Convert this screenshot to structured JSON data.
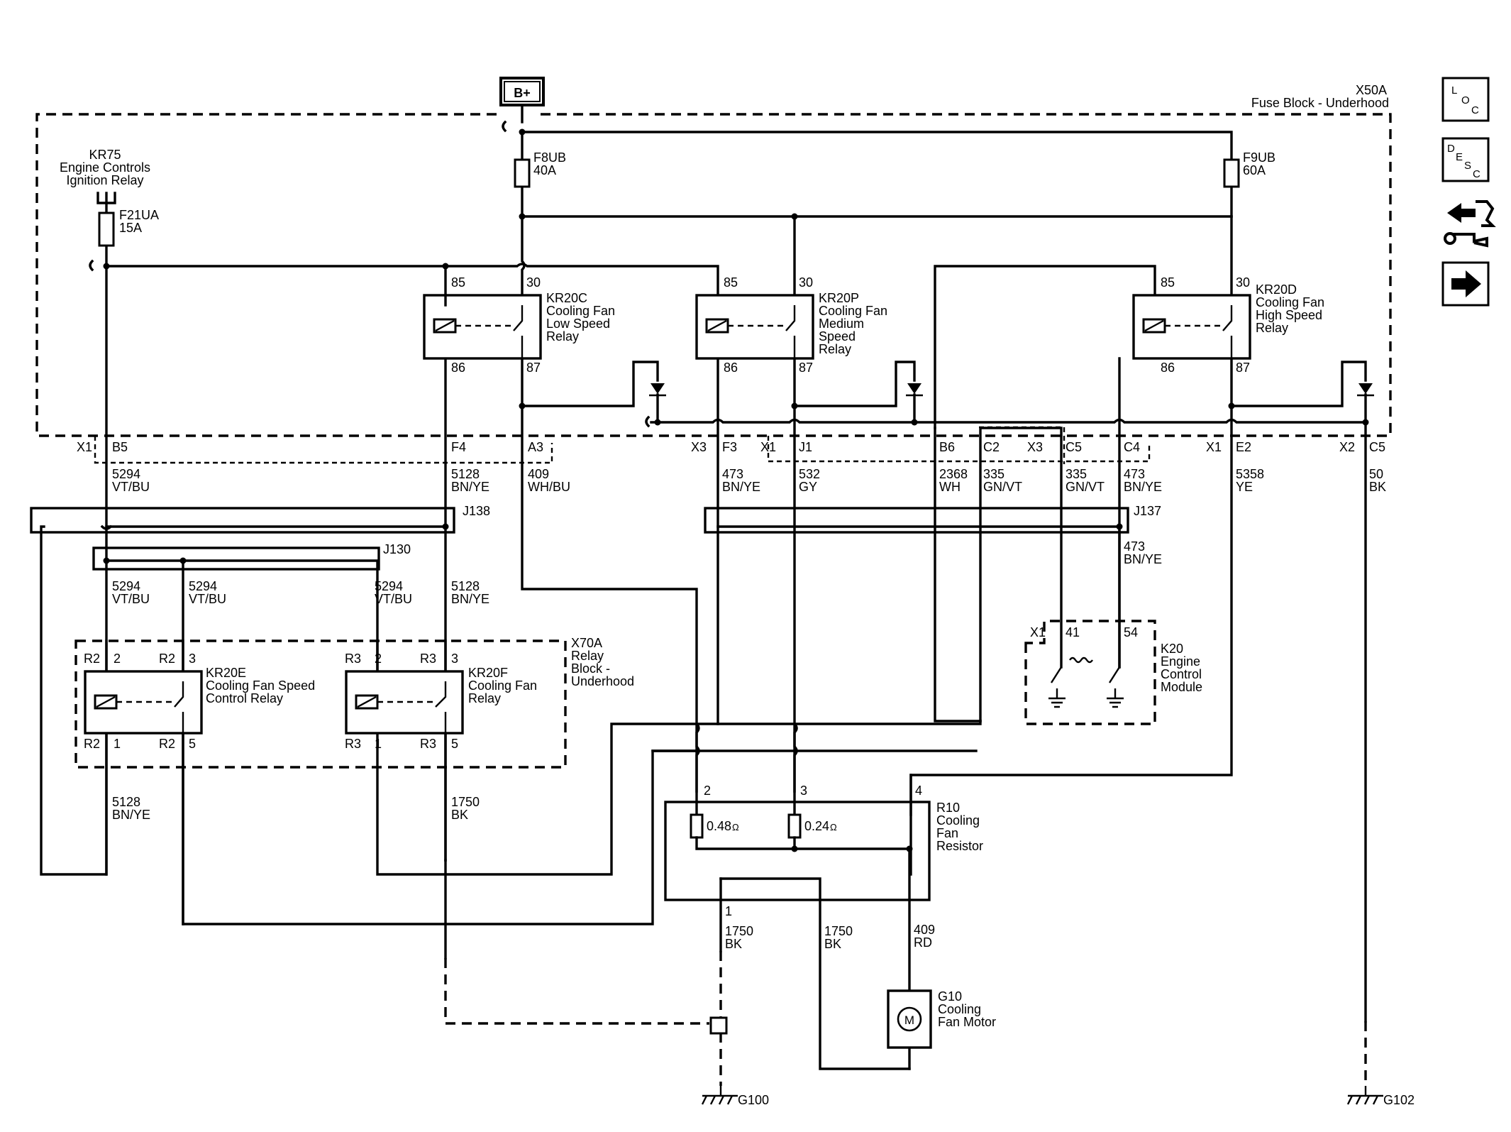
{
  "power": {
    "label": "B+"
  },
  "fuse_block": {
    "id": "X50A",
    "name": "Fuse Block - Underhood"
  },
  "relay_block": {
    "id": "X70A",
    "l1": "Relay",
    "l2": "Block -",
    "l3": "Underhood"
  },
  "ignition_relay": {
    "id": "KR75",
    "l1": "Engine Controls",
    "l2": "Ignition Relay"
  },
  "fuses": [
    {
      "id": "F21UA",
      "rating": "15A"
    },
    {
      "id": "F8UB",
      "rating": "40A"
    },
    {
      "id": "F9UB",
      "rating": "60A"
    }
  ],
  "relays": [
    {
      "id": "KR20C",
      "l1": "Cooling Fan",
      "l2": "Low Speed",
      "l3": "Relay",
      "l4": "",
      "p85": "85",
      "p30": "30",
      "p86": "86",
      "p87": "87"
    },
    {
      "id": "KR20P",
      "l1": "Cooling Fan",
      "l2": "Medium",
      "l3": "Speed",
      "l4": "Relay",
      "p85": "85",
      "p30": "30",
      "p86": "86",
      "p87": "87"
    },
    {
      "id": "KR20D",
      "l1": "Cooling Fan",
      "l2": "High Speed",
      "l3": "Relay",
      "l4": "",
      "p85": "85",
      "p30": "30",
      "p86": "86",
      "p87": "87"
    },
    {
      "id": "KR20E",
      "l1": "Cooling Fan Speed",
      "l2": "Control Relay",
      "c1": "R2",
      "p1": "2",
      "c2": "R2",
      "p2": "3",
      "c3": "R2",
      "p3": "1",
      "c4": "R2",
      "p4": "5"
    },
    {
      "id": "KR20F",
      "l1": "Cooling Fan",
      "l2": "Relay",
      "c1": "R3",
      "p1": "2",
      "c2": "R3",
      "p2": "3",
      "c3": "R3",
      "p3": "1",
      "c4": "R3",
      "p4": "5"
    }
  ],
  "connectors_x50a": [
    {
      "conn": "X1",
      "pin": "B5"
    },
    {
      "conn": "",
      "pin": "F4"
    },
    {
      "conn": "",
      "pin": "A3"
    },
    {
      "conn": "X3",
      "pin": "F3"
    },
    {
      "conn": "X1",
      "pin": "J1"
    },
    {
      "conn": "",
      "pin": "B6"
    },
    {
      "conn": "",
      "pin": "C2"
    },
    {
      "conn": "X3",
      "pin": "C5"
    },
    {
      "conn": "",
      "pin": "C4"
    },
    {
      "conn": "X1",
      "pin": "E2"
    },
    {
      "conn": "X2",
      "pin": "C5"
    }
  ],
  "wires": [
    {
      "circuit": "5294",
      "color": "VT/BU"
    },
    {
      "circuit": "5128",
      "color": "BN/YE"
    },
    {
      "circuit": "409",
      "color": "WH/BU"
    },
    {
      "circuit": "473",
      "color": "BN/YE"
    },
    {
      "circuit": "532",
      "color": "GY"
    },
    {
      "circuit": "2368",
      "color": "WH"
    },
    {
      "circuit": "335",
      "color": "GN/VT"
    },
    {
      "circuit": "335",
      "color": "GN/VT"
    },
    {
      "circuit": "473",
      "color": "BN/YE"
    },
    {
      "circuit": "5358",
      "color": "YE"
    },
    {
      "circuit": "50",
      "color": "BK"
    },
    {
      "circuit": "473",
      "color": "BN/YE"
    },
    {
      "circuit": "5294",
      "color": "VT/BU"
    },
    {
      "circuit": "5294",
      "color": "VT/BU"
    },
    {
      "circuit": "5294",
      "color": "VT/BU"
    },
    {
      "circuit": "5128",
      "color": "BN/YE"
    },
    {
      "circuit": "5128",
      "color": "BN/YE"
    },
    {
      "circuit": "1750",
      "color": "BK"
    },
    {
      "circuit": "1750",
      "color": "BK"
    },
    {
      "circuit": "1750",
      "color": "BK"
    },
    {
      "circuit": "409",
      "color": "RD"
    }
  ],
  "splices": {
    "j138": "J138",
    "j130": "J130",
    "j137": "J137"
  },
  "ecm": {
    "conn": "X1",
    "pin1": "41",
    "pin2": "54",
    "id": "K20",
    "l1": "Engine",
    "l2": "Control",
    "l3": "Module"
  },
  "resistor": {
    "id": "R10",
    "l1": "Cooling",
    "l2": "Fan",
    "l3": "Resistor",
    "p2": "2",
    "p3": "3",
    "p4": "4",
    "p1": "1",
    "r1": "0.48",
    "r2": "0.24",
    "unit": "Ω"
  },
  "motor": {
    "id": "G10",
    "l1": "Cooling",
    "l2": "Fan Motor",
    "symbol": "M"
  },
  "grounds": [
    {
      "id": "G100"
    },
    {
      "id": "G102"
    }
  ],
  "nav": {
    "loc": [
      "L",
      "O",
      "C"
    ],
    "desc": [
      "D",
      "E",
      "S",
      "C"
    ],
    "icons": [
      "connector-repair-icon",
      "next-arrow-icon"
    ]
  }
}
